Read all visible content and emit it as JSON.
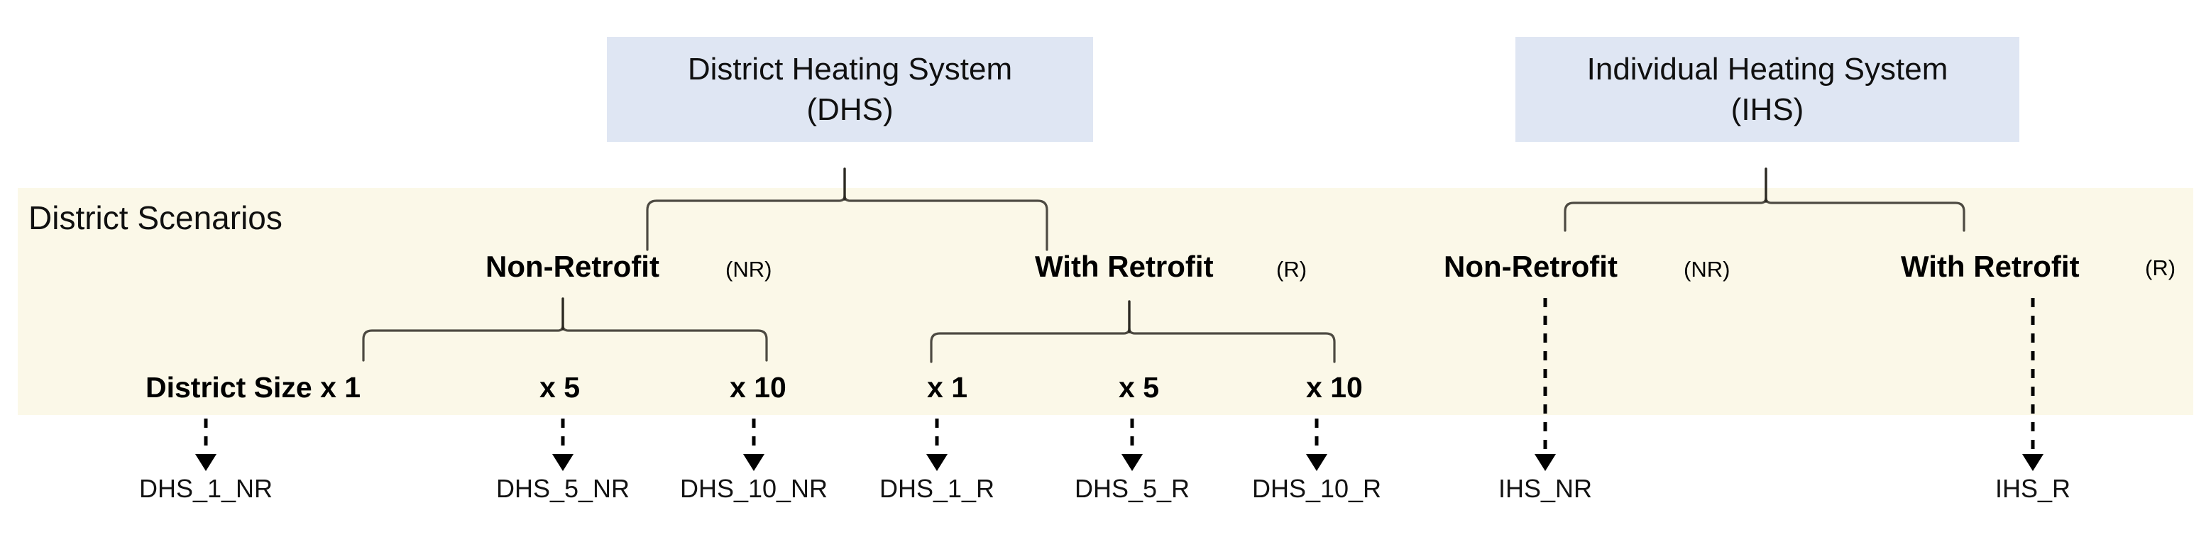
{
  "diagram": {
    "title": "District Scenarios",
    "systems": [
      {
        "name": "district-heating-system",
        "line1": "District Heating System",
        "line2": "(DHS)",
        "abbr": "DHS"
      },
      {
        "name": "individual-heating-system",
        "line1": "Individual Heating System",
        "line2": "(IHS)",
        "abbr": "IHS"
      }
    ],
    "groups": [
      {
        "label": "Non-Retrofit",
        "abbr": "(NR)",
        "system": "DHS"
      },
      {
        "label": "With Retrofit",
        "abbr": "(R)",
        "system": "DHS"
      },
      {
        "label": "Non-Retrofit",
        "abbr": "(NR)",
        "system": "IHS"
      },
      {
        "label": "With Retrofit",
        "abbr": "(R)",
        "system": "IHS"
      }
    ],
    "sizes": [
      {
        "label": "District Size x 1",
        "value": "x 1"
      },
      {
        "label": "x 5",
        "value": "x 5"
      },
      {
        "label": "x 10",
        "value": "x 10"
      },
      {
        "label": "x 1",
        "value": "x 1"
      },
      {
        "label": "x 5",
        "value": "x 5"
      },
      {
        "label": "x 10",
        "value": "x 10"
      }
    ],
    "cases": [
      "DHS_1_NR",
      "DHS_5_NR",
      "DHS_10_NR",
      "DHS_1_R",
      "DHS_5_R",
      "DHS_10_R",
      "IHS_NR",
      "IHS_R"
    ],
    "colors": {
      "system_box_fill": "#dfe6f3",
      "scenario_band_fill": "#fbf8e8",
      "brace_stroke": "#4d4a42",
      "text": "#101010",
      "arrow": "#000000"
    }
  }
}
